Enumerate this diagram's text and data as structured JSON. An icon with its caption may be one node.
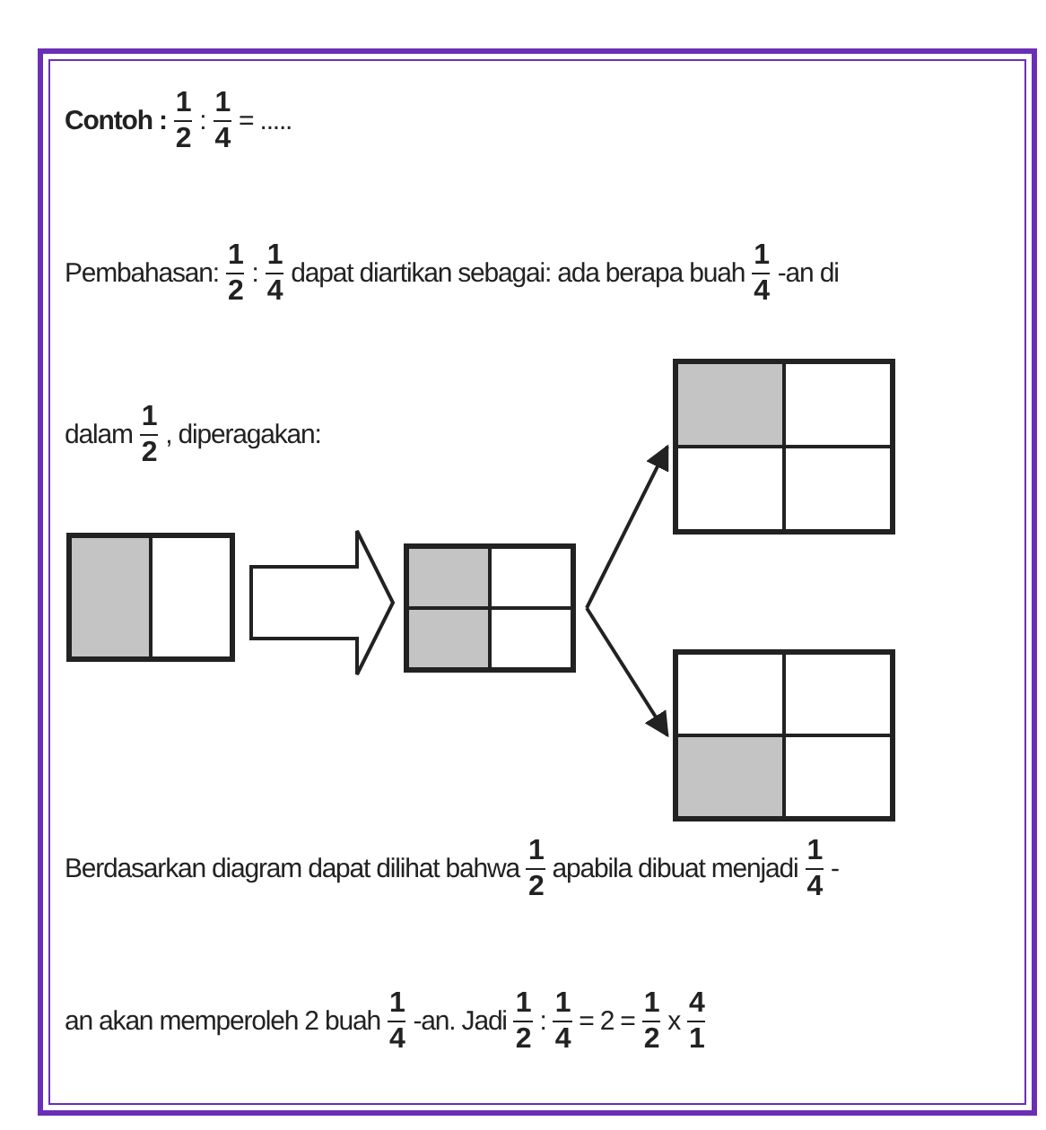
{
  "diagram": {
    "nodes": [
      {
        "text": [],
        "shape": "box"
      },
      {
        "text": [],
        "shape": "box"
      },
      {
        "text": [],
        "shape": "box"
      },
      {
        "text": [],
        "shape": "box"
      }
    ],
    "edges": [
      {
        "from": 0,
        "to": 1,
        "arrow": "to",
        "style": "thick"
      },
      {
        "from": 1,
        "to": 2,
        "arrow": "to"
      },
      {
        "from": 1,
        "to": 3,
        "arrow": "to"
      }
    ],
    "labels": [
      "Contoh :",
      "1",
      "2",
      ":",
      "1",
      "4",
      "= .....",
      "Pembahasan:",
      "1",
      "2",
      ":",
      "1",
      "4",
      "dapat diartikan sebagai: ada berapa buah",
      "1",
      "4",
      "-an di",
      "dalam",
      "1",
      "2",
      ", diperagakan:",
      "Berdasarkan diagram dapat dilihat bahwa",
      "1",
      "2",
      "apabila dibuat menjadi",
      "1",
      "4",
      "-",
      "an akan memperoleh 2 buah",
      "1",
      "4",
      "-an. Jadi",
      "1",
      "2",
      ":",
      "1",
      "4",
      "= 2 =",
      "1",
      "2",
      "x",
      "4",
      "1"
    ]
  }
}
